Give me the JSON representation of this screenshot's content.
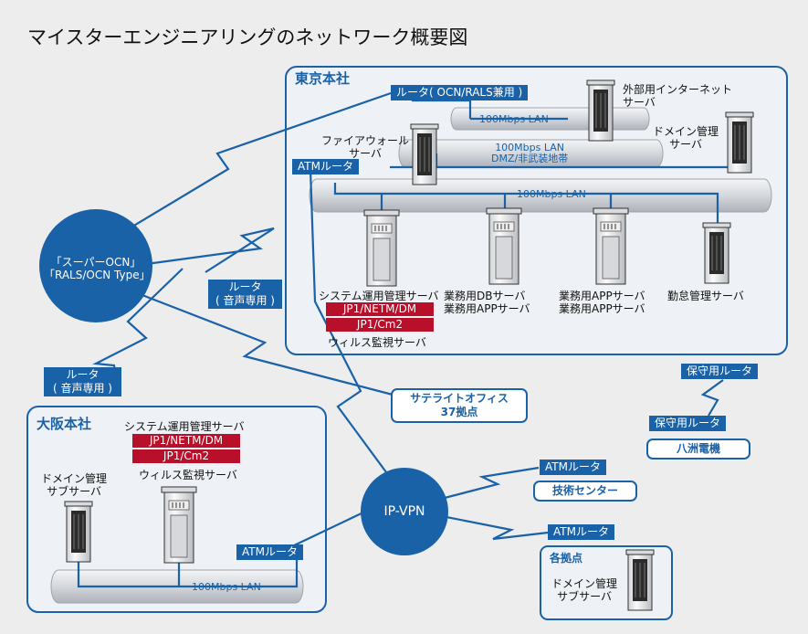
{
  "title": "マイスターエンジニアリングのネットワーク概要図",
  "tokyo": {
    "label": "東京本社",
    "router_ocn": "ルータ( OCN/RALS兼用 )",
    "lan_top": "100Mbps LAN",
    "external_server": [
      "外部用インターネット",
      "サーバ"
    ],
    "firewall_server": [
      "ファイアウォール",
      "サーバ"
    ],
    "dmz_lan": [
      "100Mbps LAN",
      "DMZ/非武装地帯"
    ],
    "domain_server": [
      "ドメイン管理",
      "サーバ"
    ],
    "atm_router": "ATMルータ",
    "lan_main": "100Mbps LAN",
    "server_ops": "システム運用管理サーバ",
    "server_ops_tags": [
      "JP1/NETM/DM",
      "JP1/Cm2"
    ],
    "server_virus": "ウィルス監視サーバ",
    "server_db": [
      "業務用DBサーバ",
      "業務用APPサーバ"
    ],
    "server_app": [
      "業務用APPサーバ",
      "業務用APPサーバ"
    ],
    "server_attendance": "勤怠管理サーバ"
  },
  "ocn_node": [
    "「スーパーOCN」",
    "「RALS/OCN Type」"
  ],
  "voice_router_top": [
    "ルータ",
    "( 音声専用 )"
  ],
  "voice_router_bottom": [
    "ルータ",
    "( 音声専用 )"
  ],
  "satellite": [
    "サテライトオフィス",
    "37拠点"
  ],
  "maintenance": {
    "router_top": "保守用ルータ",
    "router_bottom": "保守用ルータ",
    "company": "八洲電機"
  },
  "osaka": {
    "label": "大阪本社",
    "server_ops": "システム運用管理サーバ",
    "server_ops_tags": [
      "JP1/NETM/DM",
      "JP1/Cm2"
    ],
    "server_virus": "ウィルス監視サーバ",
    "domain_sub": [
      "ドメイン管理",
      "サブサーバ"
    ],
    "atm_router": "ATMルータ",
    "lan": "100Mbps LAN"
  },
  "ipvpn": "IP-VPN",
  "tech_center": {
    "router": "ATMルータ",
    "label": "技術センター"
  },
  "branches": {
    "router": "ATMルータ",
    "label": "各拠点",
    "domain_sub": [
      "ドメイン管理",
      "サブサーバ"
    ]
  },
  "colors": {
    "accent": "#1a62a8",
    "tag_red": "#b8102a",
    "background": "#ededed"
  }
}
